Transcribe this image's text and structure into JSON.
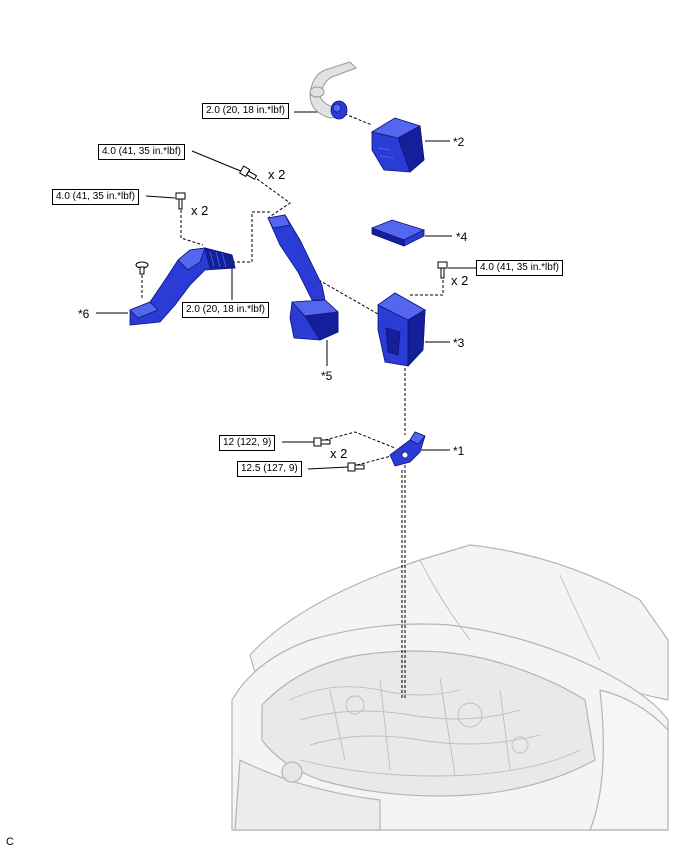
{
  "parts": [
    {
      "id": "p2",
      "label": "*2"
    },
    {
      "id": "p4",
      "label": "*4"
    },
    {
      "id": "p3",
      "label": "*3"
    },
    {
      "id": "p6",
      "label": "*6"
    },
    {
      "id": "p5",
      "label": "*5"
    },
    {
      "id": "p1",
      "label": "*1"
    }
  ],
  "torques": [
    {
      "id": "t_clamp",
      "text": "2.0 (20, 18 in.*lbf)"
    },
    {
      "id": "t_bolt_a",
      "text": "4.0 (41, 35 in.*lbf)"
    },
    {
      "id": "t_bolt_b",
      "text": "4.0 (41, 35 in.*lbf)"
    },
    {
      "id": "t_bolt_c",
      "text": "4.0 (41, 35 in.*lbf)"
    },
    {
      "id": "t_hose",
      "text": "2.0 (20, 18 in.*lbf)"
    },
    {
      "id": "t_bracket_a",
      "text": "12 (122, 9)"
    },
    {
      "id": "t_bracket_b",
      "text": "12.5 (127, 9)"
    }
  ],
  "quantities": [
    {
      "id": "q_a",
      "text": "x 2"
    },
    {
      "id": "q_b",
      "text": "x 2"
    },
    {
      "id": "q_c",
      "text": "x 2"
    },
    {
      "id": "q_d",
      "text": "x 2"
    }
  ],
  "figure_code": "C",
  "colors": {
    "part_fill": "#2a3bd6",
    "part_dark": "#14209a",
    "part_light": "#5566ee",
    "vehicle_line": "#b4b4b4",
    "vehicle_fill": "#f3f3f3"
  }
}
